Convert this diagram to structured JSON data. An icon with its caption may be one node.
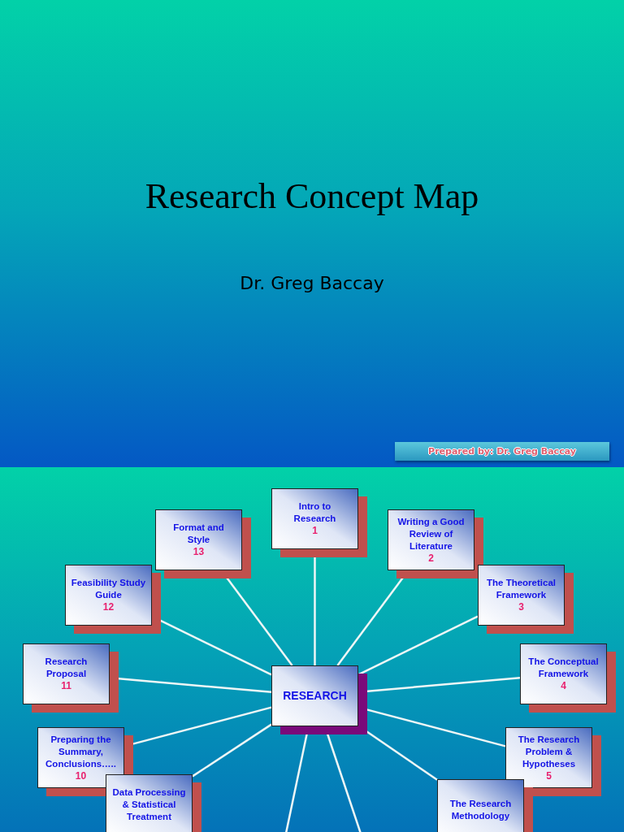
{
  "diagram": {
    "title": "Research Concept Map",
    "nodes": [
      {
        "text": [
          "RESEARCH"
        ]
      },
      {
        "text": [
          "Intro to Research",
          "1"
        ]
      },
      {
        "text": [
          "Writing a Good Review of Literature",
          "2"
        ]
      },
      {
        "text": [
          "The Theoretical Framework",
          "3"
        ]
      },
      {
        "text": [
          "The Conceptual Framework",
          "4"
        ]
      },
      {
        "text": [
          "The Research Problem & Hypotheses",
          "5"
        ]
      },
      {
        "text": [
          "The Research Methodology"
        ]
      },
      {
        "text": [
          "Data Processing & Statistical Treatment"
        ]
      },
      {
        "text": [
          "Preparing the Summary, Conclusions…..",
          "10"
        ]
      },
      {
        "text": [
          "Research Proposal",
          "11"
        ]
      },
      {
        "text": [
          "Feasibility Study Guide",
          "12"
        ]
      },
      {
        "text": [
          "Format and Style",
          "13"
        ]
      }
    ],
    "edges": [
      {
        "from": 0,
        "to": 1,
        "arrow": "none"
      },
      {
        "from": 0,
        "to": 2,
        "arrow": "none"
      },
      {
        "from": 0,
        "to": 3,
        "arrow": "none"
      },
      {
        "from": 0,
        "to": 4,
        "arrow": "none"
      },
      {
        "from": 0,
        "to": 5,
        "arrow": "none"
      },
      {
        "from": 0,
        "to": 6,
        "arrow": "none"
      },
      {
        "from": 0,
        "to": null,
        "arrow": "none"
      },
      {
        "from": 0,
        "to": null,
        "arrow": "none"
      },
      {
        "from": 0,
        "to": 7,
        "arrow": "none"
      },
      {
        "from": 0,
        "to": 8,
        "arrow": "none"
      },
      {
        "from": 0,
        "to": 9,
        "arrow": "none"
      },
      {
        "from": 0,
        "to": 10,
        "arrow": "none"
      },
      {
        "from": 0,
        "to": 11,
        "arrow": "none"
      }
    ],
    "labels": [
      "Dr. Greg Baccay",
      "Prepared by: Dr. Greg Baccay"
    ]
  }
}
